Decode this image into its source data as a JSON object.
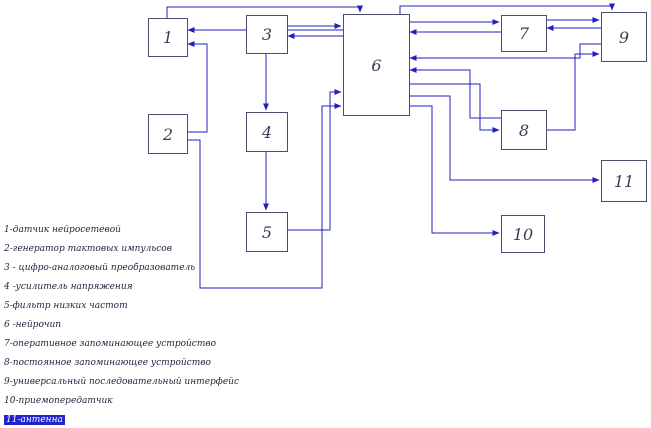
{
  "colors": {
    "wire": "#2121bd",
    "box_border": "#4d4d70",
    "legend_text": "#23233f",
    "selection_highlight": "#2323cc",
    "background": "#ffffff"
  },
  "blocks": [
    "1",
    "2",
    "3",
    "4",
    "5",
    "6",
    "7",
    "8",
    "9",
    "10",
    "11"
  ],
  "legend": {
    "items": [
      "1-датчик нейросетевой",
      "2-генератор тактовых импульсов",
      "3 - цифро-аналоговый преобразователь",
      "4 -усилитель напряжения",
      "5-фильтр низких частот",
      "6 -нейрочип",
      "7-оперативное запоминающее устройство",
      "8-постоянное запоминающее устройство",
      "9-универсальный последовательный интерфейс",
      "10-приемопередатчик",
      "11-антенна"
    ],
    "selected_item_index": 10
  },
  "edges": [
    "1→6",
    "6→1",
    "2→1",
    "2→6",
    "3→6",
    "6→3",
    "3→4",
    "4→5",
    "5→6",
    "6→7",
    "7→6",
    "7→9",
    "9→7",
    "6→9",
    "9→6",
    "8→6",
    "6→8",
    "8→9",
    "6→11",
    "6→10"
  ]
}
